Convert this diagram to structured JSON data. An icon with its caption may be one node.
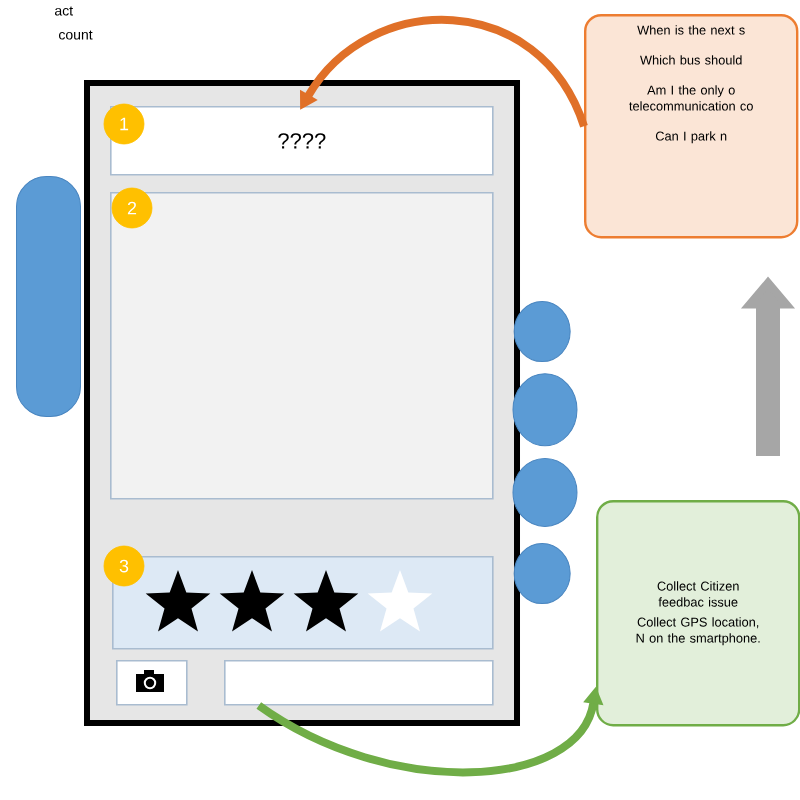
{
  "diagram": {
    "nodes": [
      {
        "text": [],
        "shape": "box"
      },
      {
        "text": [
          "????"
        ],
        "in": 0
      },
      {
        "text": [
          "1"
        ],
        "in": 0
      },
      {
        "text": [],
        "shape": "box",
        "in": 0
      },
      {
        "text": [
          "2"
        ],
        "in": 0
      },
      {
        "text": [],
        "shape": "box",
        "in": 0
      },
      {
        "text": [
          "3"
        ],
        "in": 0
      },
      {
        "text": [],
        "shape": "box",
        "in": 0
      },
      {
        "text": [],
        "shape": "box",
        "in": 0
      },
      {
        "text": [
          "When is the next s",
          "Which bus should",
          "Am I the only o telecommunication co",
          "Can I park n"
        ]
      },
      {
        "text": [
          "Collect Citizen feedbac issue",
          "Collect GPS location, N on the smartphone."
        ]
      },
      {
        "text": [],
        "shape": "pill"
      },
      {
        "text": [],
        "shape": "circle"
      },
      {
        "text": [],
        "shape": "circle"
      },
      {
        "text": [],
        "shape": "circle"
      },
      {
        "text": [],
        "shape": "circle"
      }
    ],
    "edges": [
      {
        "from": 9,
        "to": 1,
        "arrow": "to",
        "color": "#e07028"
      },
      {
        "from": 8,
        "to": 10,
        "arrow": "to",
        "color": "#70ad47"
      },
      {
        "from": 10,
        "to": 9,
        "arrow": "to",
        "style": "thick",
        "color": "#a6a6a6"
      }
    ],
    "labels": [
      "act",
      "count"
    ]
  }
}
